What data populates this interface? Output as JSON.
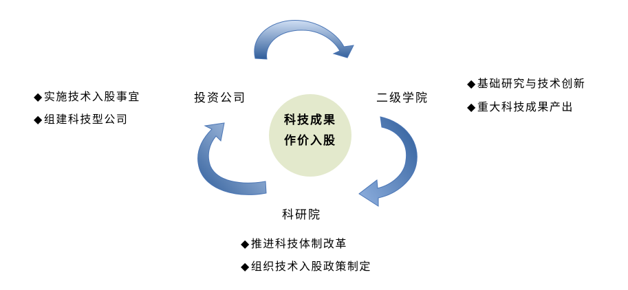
{
  "center": {
    "line1": "科技成果",
    "line2": "作价入股"
  },
  "nodes": {
    "investment_company": "投资公司",
    "secondary_college": "二级学院",
    "research_institute": "科研院"
  },
  "bullets": {
    "investment_company": [
      "实施技术入股事宜",
      "组建科技型公司"
    ],
    "secondary_college": [
      "基础研究与技术创新",
      "重大科技成果产出"
    ],
    "research_institute": [
      "推进科技体制改革",
      "组织技术入股政策制定"
    ]
  },
  "bullet_symbol": "◆",
  "colors": {
    "arrow_light": "#b7cdec",
    "arrow_dark": "#2f5d9a",
    "arrow_edge": "#4a75b5",
    "center_fill": "#e3e9cc"
  }
}
